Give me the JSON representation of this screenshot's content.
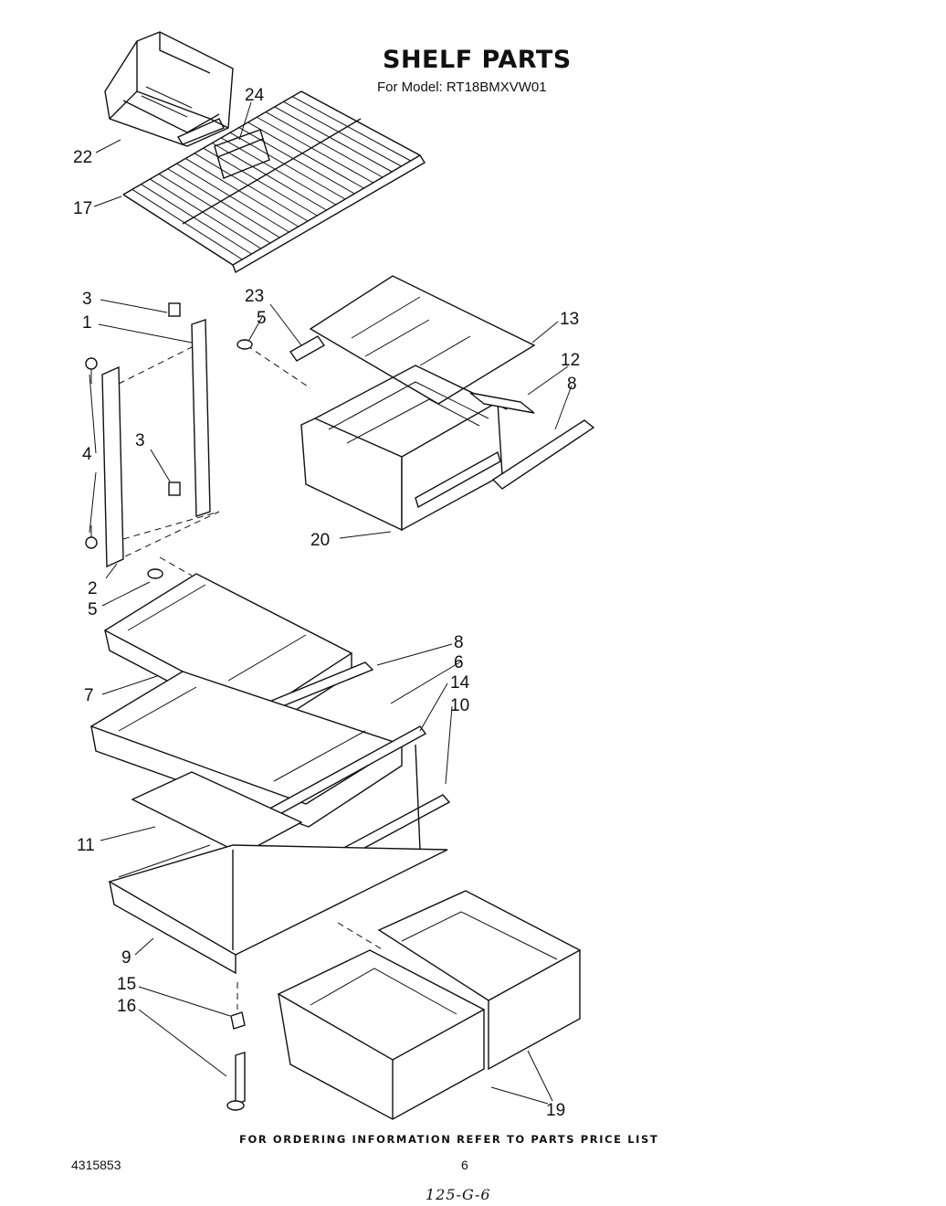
{
  "header": {
    "title": "SHELF PARTS",
    "model_line": "For Model: RT18BMXVW01"
  },
  "callouts": {
    "c1": "1",
    "c2": "2",
    "c3a": "3",
    "c3b": "3",
    "c4": "4",
    "c5a": "5",
    "c5b": "5",
    "c6": "6",
    "c7": "7",
    "c8a": "8",
    "c8b": "8",
    "c9": "9",
    "c10": "10",
    "c11": "11",
    "c12": "12",
    "c13": "13",
    "c14": "14",
    "c15": "15",
    "c16": "16",
    "c17": "17",
    "c19": "19",
    "c20": "20",
    "c22": "22",
    "c23": "23",
    "c24": "24"
  },
  "footer": {
    "note": "FOR ORDERING INFORMATION REFER TO PARTS PRICE LIST",
    "doc_number": "4315853",
    "page_number": "6",
    "handwritten_code": "125-G-6"
  }
}
